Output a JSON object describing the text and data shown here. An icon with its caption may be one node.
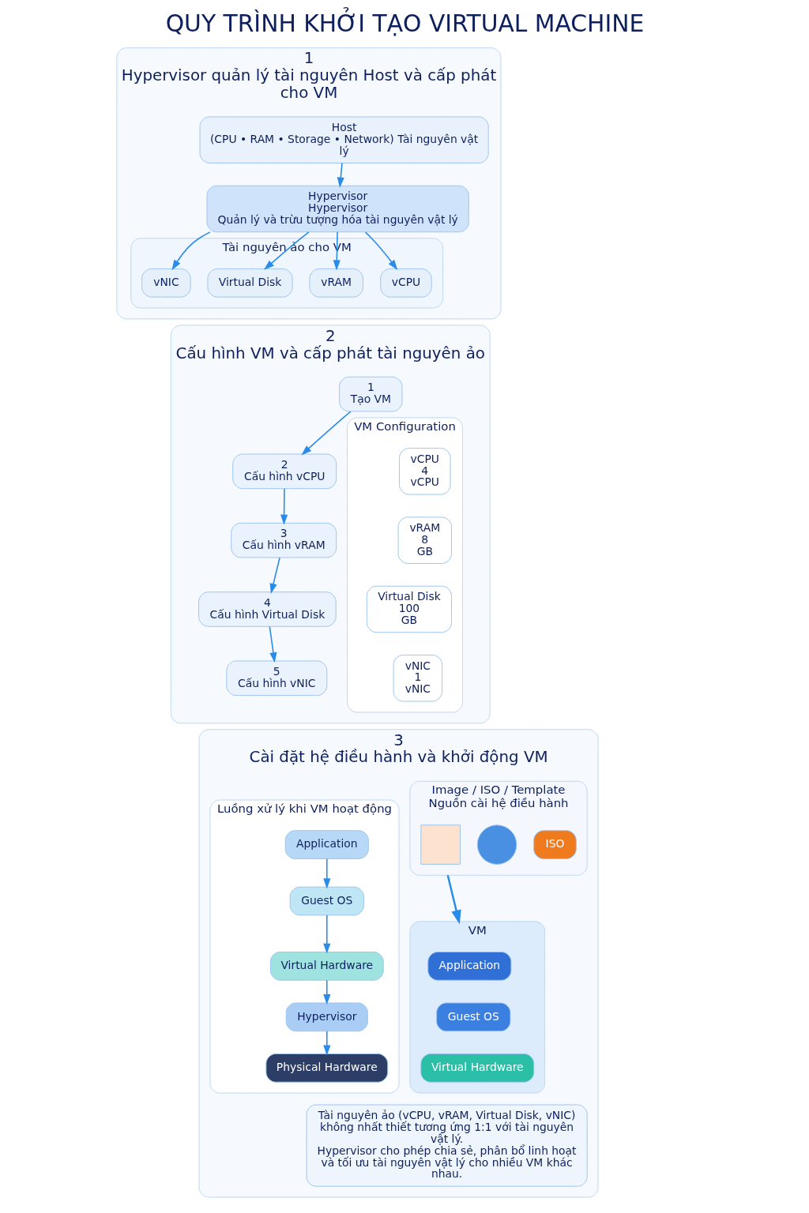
{
  "diagram": {
    "title": "QUY TRÌNH KHỞI TẠO VIRTUAL MACHINE",
    "nodes": [
      {
        "text": [
          "1",
          "Hypervisor quản lý tài nguyên Host và cấp phát cho VM"
        ]
      },
      {
        "text": [
          "Host",
          "(CPU • RAM • Storage • Network) Tài nguyên vật lý"
        ],
        "in": 0
      },
      {
        "text": [
          "Hypervisor",
          "Hypervisor",
          "Quản lý và trừu tượng hóa tài nguyên vật lý"
        ],
        "in": 0
      },
      {
        "text": [
          "Tài nguyên ảo cho VM"
        ],
        "in": 0
      },
      {
        "text": [
          "vCPU"
        ],
        "in": 3
      },
      {
        "text": [
          "vRAM"
        ],
        "in": 3
      },
      {
        "text": [
          "Virtual Disk"
        ],
        "in": 3
      },
      {
        "text": [
          "vNIC"
        ],
        "in": 3
      },
      {
        "text": [
          "2",
          "Cấu hình VM và cấp phát tài nguyên ảo"
        ]
      },
      {
        "text": [
          "1",
          "Tạo VM"
        ],
        "in": 8
      },
      {
        "text": [
          "2",
          "Cấu hình vCPU"
        ],
        "in": 8
      },
      {
        "text": [
          "3",
          "Cấu hình vRAM"
        ],
        "in": 8
      },
      {
        "text": [
          "4",
          "Cấu hình Virtual Disk"
        ],
        "in": 8
      },
      {
        "text": [
          "5",
          "Cấu hình vNIC"
        ],
        "in": 8
      },
      {
        "text": [
          "VM Configuration"
        ],
        "in": 8
      },
      {
        "text": [
          "vCPU",
          "4",
          "vCPU"
        ],
        "in": 14
      },
      {
        "text": [
          "vRAM",
          "8",
          "GB"
        ],
        "in": 14
      },
      {
        "text": [
          "Virtual Disk",
          "100",
          "GB"
        ],
        "in": 14
      },
      {
        "text": [
          "vNIC",
          "1",
          "vNIC"
        ],
        "in": 14
      },
      {
        "text": [
          "3",
          "Cài đặt hệ điều hành và khởi động VM"
        ]
      },
      {
        "text": [
          "Image / ISO / Template",
          "Nguồn cài hệ điều hành"
        ],
        "in": 19
      },
      {
        "text": [
          "ISO"
        ],
        "in": 20
      },
      {
        "text": [],
        "shape": "circle",
        "in": 20
      },
      {
        "text": [],
        "shape": "box",
        "in": 20
      },
      {
        "text": [
          "VM"
        ],
        "in": 19
      },
      {
        "text": [
          "Application"
        ],
        "in": 24
      },
      {
        "text": [
          "Guest OS"
        ],
        "in": 24
      },
      {
        "text": [
          "Virtual Hardware"
        ],
        "in": 24
      },
      {
        "text": [
          "Luồng xử lý khi VM hoạt động"
        ],
        "in": 19
      },
      {
        "text": [
          "Application"
        ],
        "in": 28
      },
      {
        "text": [
          "Guest OS"
        ],
        "in": 28
      },
      {
        "text": [
          "Virtual Hardware"
        ],
        "in": 28
      },
      {
        "text": [
          "Hypervisor"
        ],
        "in": 28
      },
      {
        "text": [
          "Physical Hardware"
        ],
        "in": 28
      },
      {
        "text": [
          "Tài nguyên ảo (vCPU, vRAM, Virtual Disk, vNIC) không nhất thiết tương ứng 1:1 với tài nguyên vật lý.",
          "Hypervisor cho phép chia sẻ, phân bổ linh hoạt và tối ưu tài nguyên vật lý cho nhiều VM khác nhau."
        ],
        "in": 19
      }
    ],
    "edges": [
      {
        "from": 1,
        "to": 2,
        "arrow": "to"
      },
      {
        "from": 2,
        "to": 4,
        "arrow": "to"
      },
      {
        "from": 2,
        "to": 5,
        "arrow": "to"
      },
      {
        "from": 2,
        "to": 6,
        "arrow": "to"
      },
      {
        "from": 2,
        "to": 7,
        "arrow": "to"
      },
      {
        "from": 9,
        "to": 10,
        "arrow": "to"
      },
      {
        "from": 10,
        "to": 11,
        "arrow": "to"
      },
      {
        "from": 11,
        "to": 12,
        "arrow": "to"
      },
      {
        "from": 12,
        "to": 13,
        "arrow": "to"
      },
      {
        "from": 20,
        "to": 24,
        "arrow": "to"
      },
      {
        "from": 29,
        "to": 30,
        "arrow": "to"
      },
      {
        "from": 30,
        "to": 31,
        "arrow": "to"
      },
      {
        "from": 31,
        "to": 32,
        "arrow": "to"
      },
      {
        "from": 32,
        "to": 33,
        "arrow": "to"
      }
    ]
  }
}
